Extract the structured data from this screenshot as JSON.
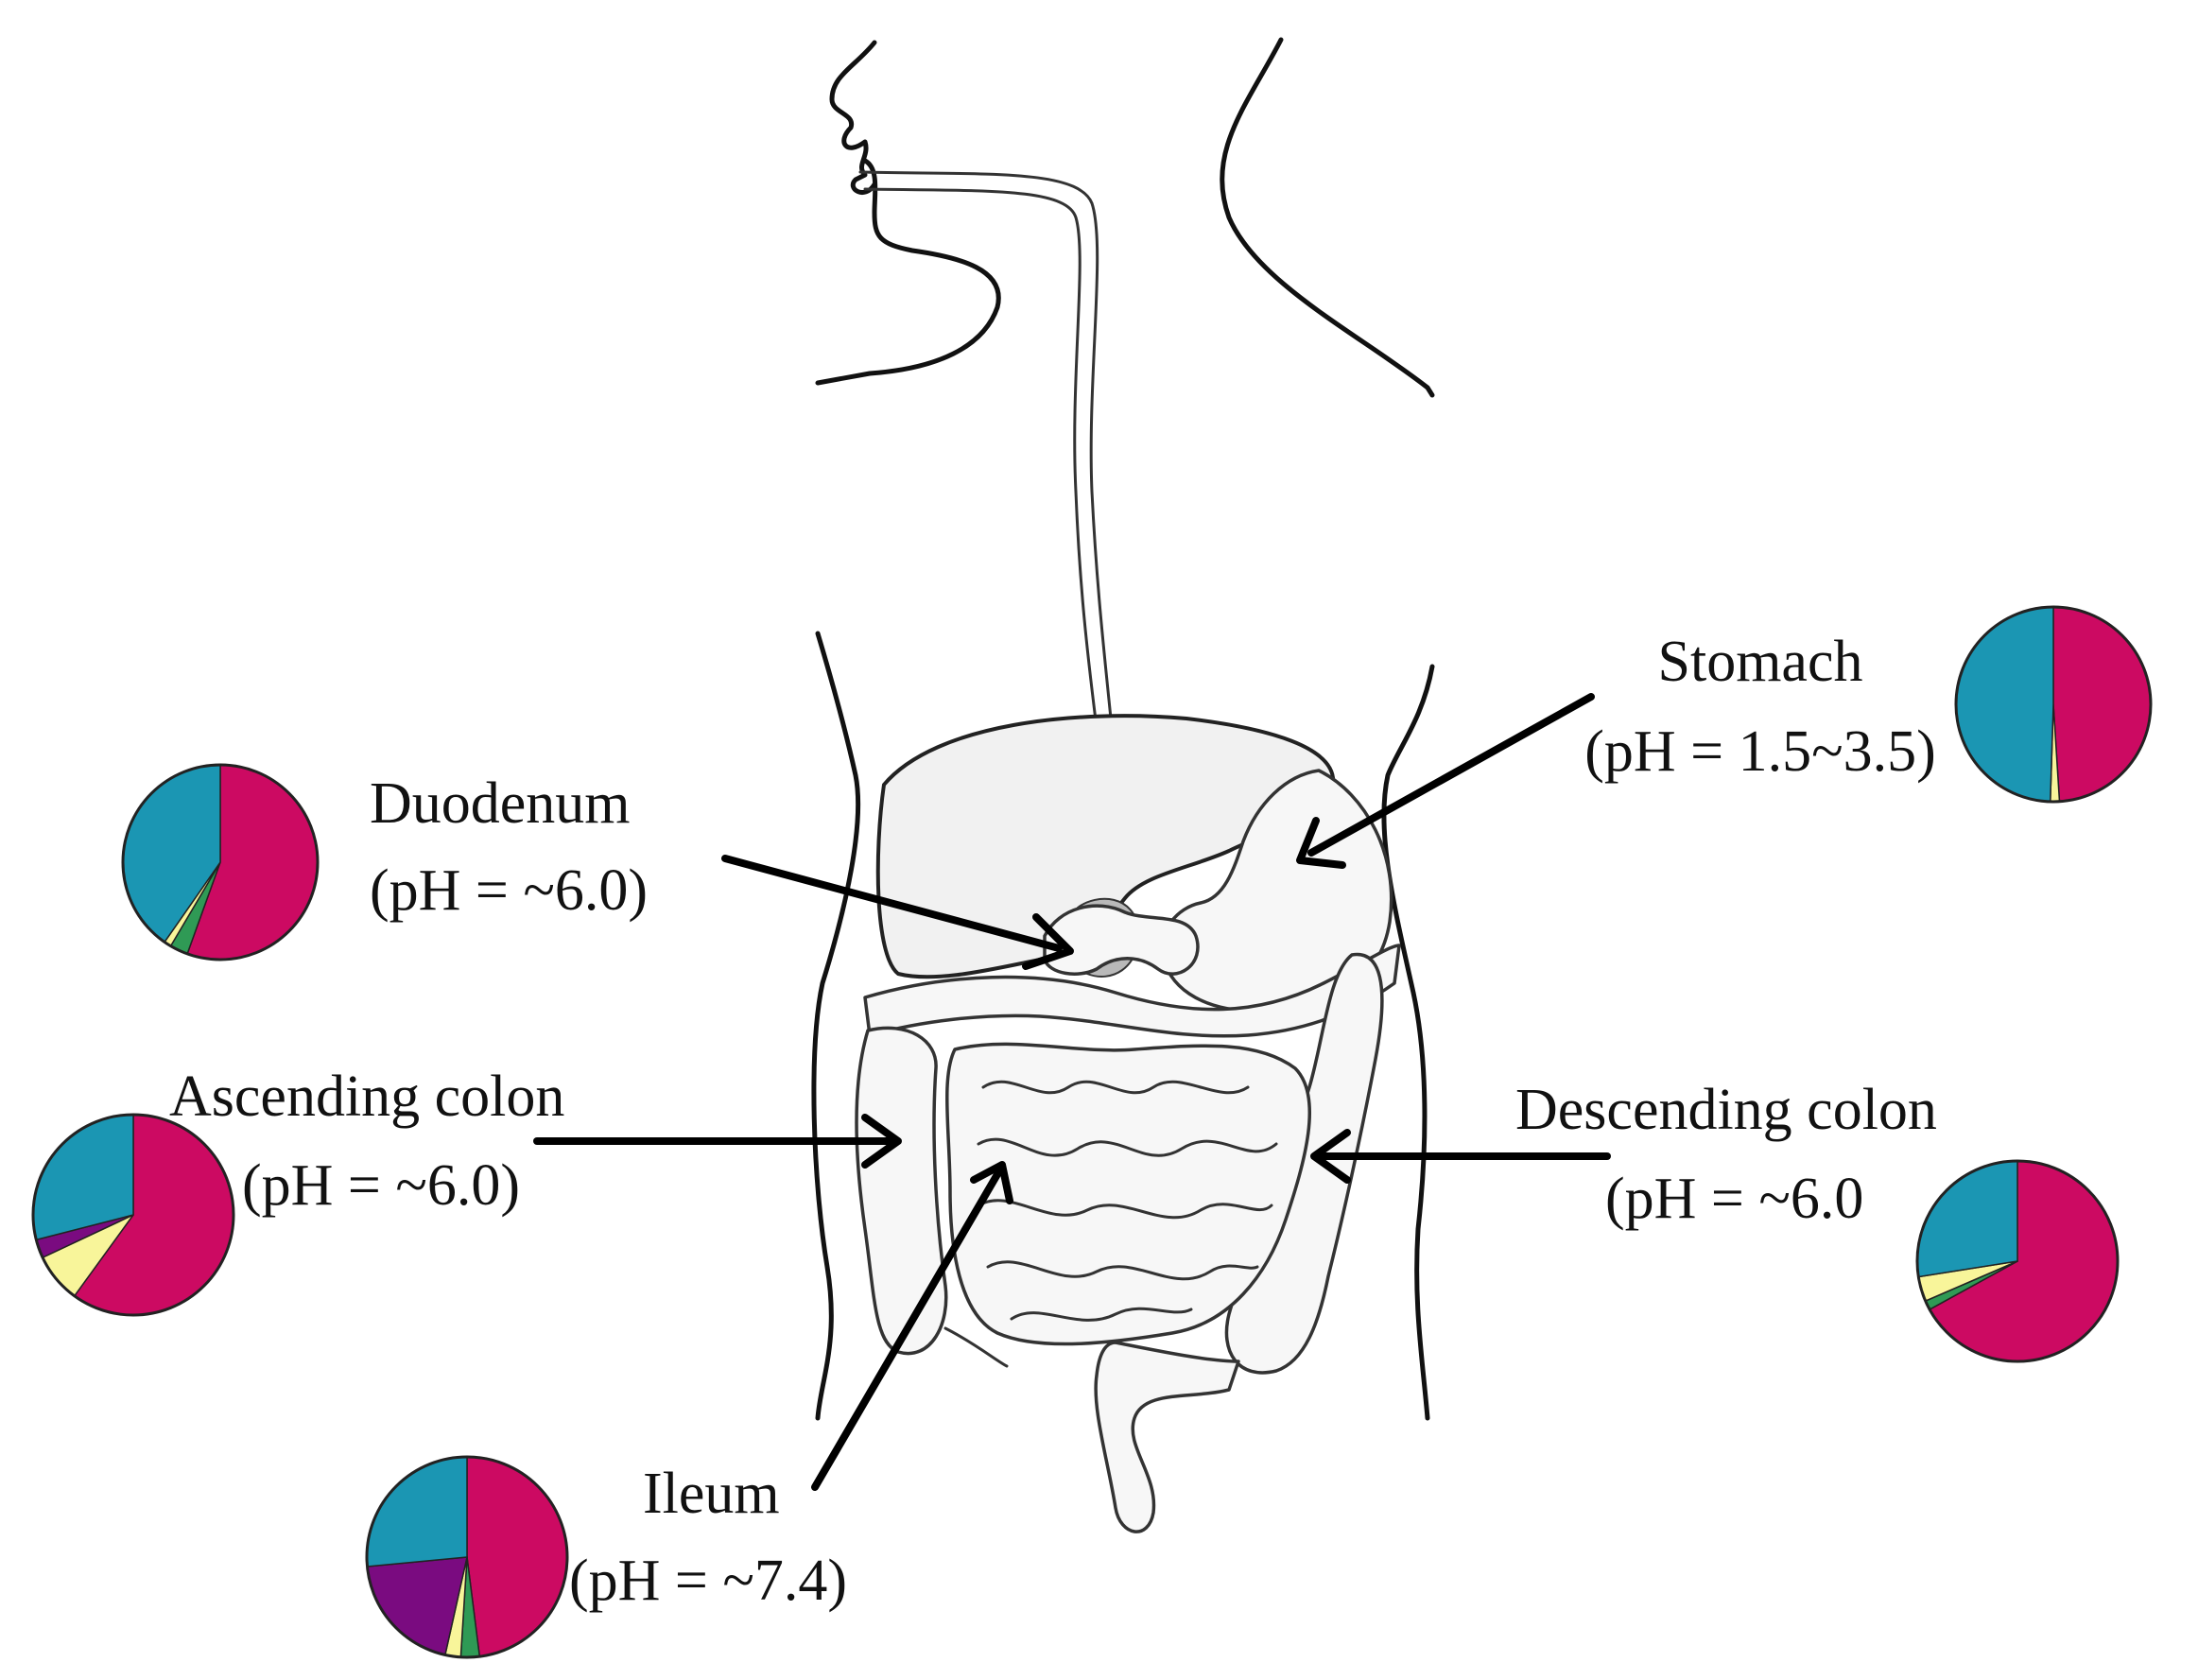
{
  "colors": {
    "magenta": "#cc0a62",
    "teal": "#1b96b3",
    "green": "#2f9a55",
    "yellow": "#f8f59a",
    "purple": "#7a0b80"
  },
  "sites": [
    {
      "id": "stomach",
      "name": "Stomach",
      "ph": "(pH = 1.5~3.5)",
      "pie": [
        {
          "color": "magenta",
          "fraction": 0.49
        },
        {
          "color": "yellow",
          "fraction": 0.015
        },
        {
          "color": "teal",
          "fraction": 0.495
        }
      ]
    },
    {
      "id": "duodenum",
      "name": "Duodenum",
      "ph": "(pH = ~6.0)",
      "pie": [
        {
          "color": "magenta",
          "fraction": 0.555
        },
        {
          "color": "green",
          "fraction": 0.03
        },
        {
          "color": "yellow",
          "fraction": 0.012
        },
        {
          "color": "teal",
          "fraction": 0.403
        }
      ]
    },
    {
      "id": "ascending-colon",
      "name": "Ascending colon",
      "ph": "(pH = ~6.0)",
      "pie": [
        {
          "color": "magenta",
          "fraction": 0.6
        },
        {
          "color": "yellow",
          "fraction": 0.08
        },
        {
          "color": "purple",
          "fraction": 0.03
        },
        {
          "color": "teal",
          "fraction": 0.29
        }
      ]
    },
    {
      "id": "descending-colon",
      "name": "Descending colon",
      "ph": "(pH = ~6.0",
      "pie": [
        {
          "color": "magenta",
          "fraction": 0.67
        },
        {
          "color": "green",
          "fraction": 0.015
        },
        {
          "color": "yellow",
          "fraction": 0.04
        },
        {
          "color": "teal",
          "fraction": 0.275
        }
      ]
    },
    {
      "id": "ileum",
      "name": "Ileum",
      "ph": "(pH = ~7.4)",
      "pie": [
        {
          "color": "magenta",
          "fraction": 0.48
        },
        {
          "color": "green",
          "fraction": 0.03
        },
        {
          "color": "yellow",
          "fraction": 0.025
        },
        {
          "color": "purple",
          "fraction": 0.2
        },
        {
          "color": "teal",
          "fraction": 0.265
        }
      ]
    }
  ]
}
